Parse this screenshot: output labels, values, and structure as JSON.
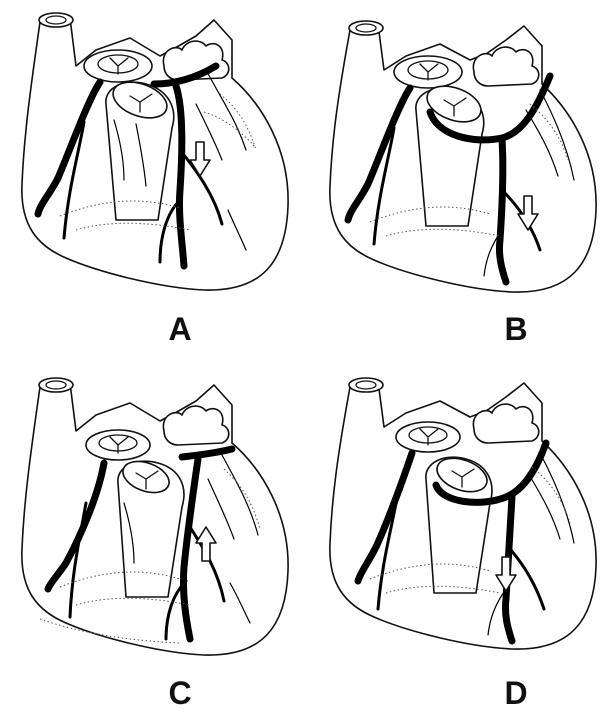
{
  "figure": {
    "panels": [
      {
        "label": "A"
      },
      {
        "label": "B"
      },
      {
        "label": "C"
      },
      {
        "label": "D"
      }
    ]
  }
}
